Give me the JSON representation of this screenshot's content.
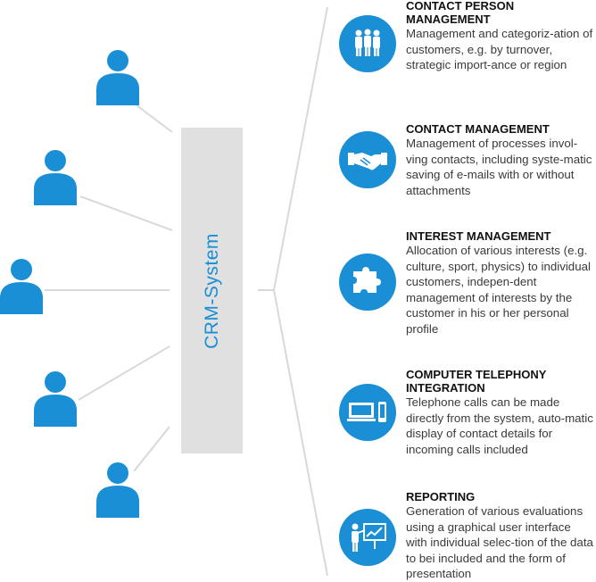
{
  "center": {
    "label": "CRM-System"
  },
  "colors": {
    "accent": "#1a8fd6",
    "box": "#e0e0e0",
    "lines": "#d9d9d9"
  },
  "people": [
    {
      "icon": "person-icon"
    },
    {
      "icon": "person-icon"
    },
    {
      "icon": "person-icon"
    },
    {
      "icon": "person-icon"
    },
    {
      "icon": "person-icon"
    }
  ],
  "features": [
    {
      "title": "CONTACT PERSON MANAGEMENT",
      "description": "Management and categoriz-ation of customers, e.g. by turnover, strategic import-ance or region",
      "icon": "people-group-icon"
    },
    {
      "title": "CONTACT MANAGEMENT",
      "description": "Management of processes invol-ving contacts, including syste-matic saving of e-mails with or without attachments",
      "icon": "handshake-icon"
    },
    {
      "title": "INTEREST MANAGEMENT",
      "description": "Allocation of various interests (e.g. culture, sport, physics) to individual customers, indepen-dent management of interests by the customer in his or her personal profile",
      "icon": "puzzle-icon"
    },
    {
      "title": "COMPUTER TELEPHONY INTEGRATION",
      "description": "Telephone calls can be made directly from the system, auto-matic display of contact details for incoming calls included",
      "icon": "laptop-phone-icon"
    },
    {
      "title": "REPORTING",
      "description": "Generation of various evaluations using a graphical user interface with individual selec-tion of the data to bei included and the form of presentation",
      "icon": "presentation-icon"
    }
  ]
}
